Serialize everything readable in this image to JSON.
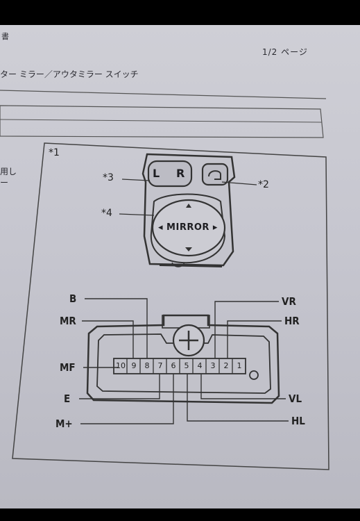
{
  "header": {
    "left_text": "書",
    "page_indicator": "1/2 ページ",
    "subtitle": "ター ミラー／アウタミラー スイッチ"
  },
  "notes": [
    "用し",
    "ー"
  ],
  "figure": {
    "marker": "*1",
    "callouts": {
      "c2": "*2",
      "c3": "*3",
      "c4": "*4"
    },
    "switch": {
      "left_label": "L",
      "right_label": "R",
      "mirror_label": "◂ MIRROR ▸"
    },
    "connector": {
      "pins": [
        "10",
        "9",
        "8",
        "7",
        "6",
        "5",
        "4",
        "3",
        "2",
        "1"
      ],
      "labels": {
        "B": "B",
        "MR": "MR",
        "MF": "MF",
        "E": "E",
        "M_plus": "M+",
        "VR": "VR",
        "HR": "HR",
        "VL": "VL",
        "HL": "HL"
      }
    }
  }
}
